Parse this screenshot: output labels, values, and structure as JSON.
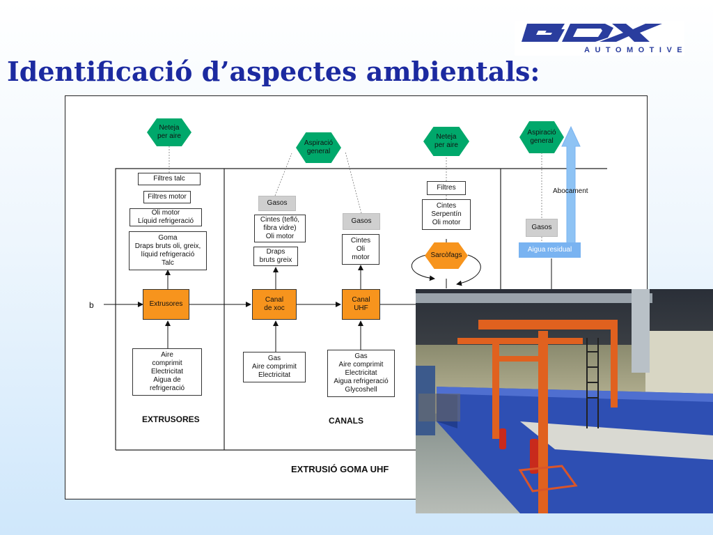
{
  "title": "Identificació d’aspectes ambientals:",
  "logo": {
    "brand": "GDX",
    "sub": "AUTOMOTIVE"
  },
  "diagram": {
    "input_label": "b",
    "extrusores": {
      "section": "EXTRUSORES",
      "process": "Extrusores",
      "hex": "Neteja\nper aire",
      "outputs": [
        "Filtres talc",
        "Filtres motor",
        "Oli motor\nLíquid refrigeració",
        "Goma\nDraps bruts oli, greix,\nlíquid refrigeració\nTalc"
      ],
      "inputs": "Aire\ncomprimit\nElectricitat\nAigua de\nrefrigeració"
    },
    "canals": {
      "section": "CANALS",
      "hex": "Aspiració\ngeneral",
      "xoc": {
        "process": "Canal\nde xoc",
        "gas": "Gasos",
        "outputs": [
          "Cintes (tefló,\nfibra vidre)\nOli motor",
          "Draps\nbruts greix"
        ],
        "inputs": "Gas\nAire comprimit\nElectricitat"
      },
      "uhf": {
        "process": "Canal\nUHF",
        "gas": "Gasos",
        "outputs": [
          "Cintes\nOli\nmotor"
        ],
        "inputs": "Gas\nAire comprimit\nElectricitat\nAigua refrigeració\nGlycoshell"
      }
    },
    "sarcofags": {
      "hex": "Neteja\nper aire",
      "outputs": [
        "Filtres",
        "Cintes\nSerpentín\nOli motor"
      ],
      "process": "Sarcòfags"
    },
    "aigua": {
      "hex": "Aspiració\ngeneral",
      "gas": "Gasos",
      "residual": "Aigua residual",
      "abocament": "Abocament"
    },
    "footer": "EXTRUSIÓ GOMA UHF"
  },
  "colors": {
    "title": "#1c2aa0",
    "process": "#f7941d",
    "hex": "#00a86b",
    "water": "#79b3f1",
    "gas": "#cfcfcf"
  }
}
